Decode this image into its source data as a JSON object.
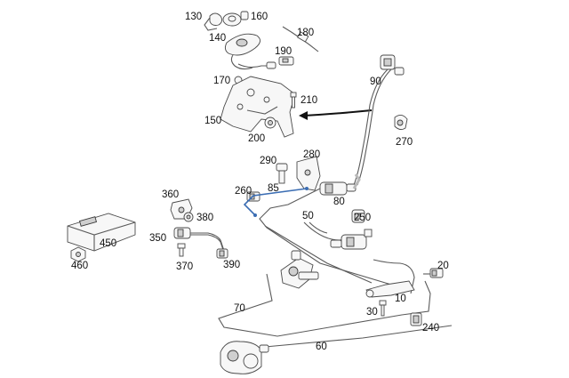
{
  "callouts": {
    "c10": "10",
    "c20": "20",
    "c30": "30",
    "c50": "50",
    "c60": "60",
    "c70": "70",
    "c80": "80",
    "c85": "85",
    "c90": "90",
    "c130": "130",
    "c140": "140",
    "c150": "150",
    "c160": "160",
    "c170": "170",
    "c180": "180",
    "c190": "190",
    "c200": "200",
    "c210": "210",
    "c240": "240",
    "c250": "250",
    "c260": "260",
    "c270": "270",
    "c280": "280",
    "c290": "290",
    "c350": "350",
    "c360": "360",
    "c370": "370",
    "c380": "380",
    "c390": "390",
    "c450": "450",
    "c460": "460"
  }
}
